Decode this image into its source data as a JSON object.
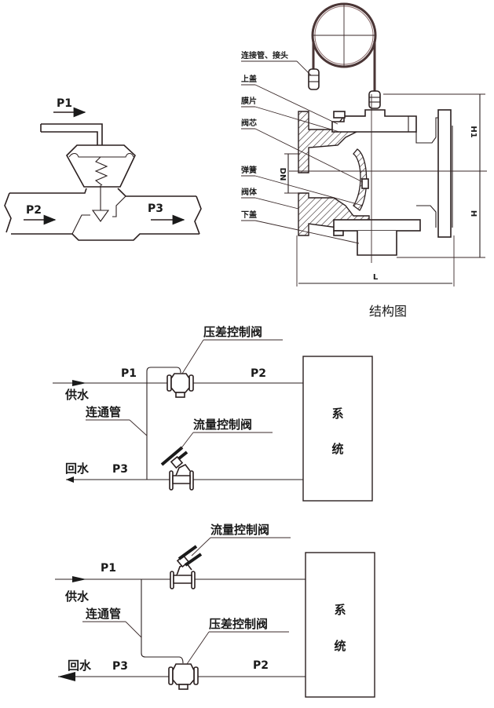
{
  "principle_diagram": {
    "labels": {
      "p1": "P1",
      "p2": "P2",
      "p3": "P3"
    }
  },
  "structure_diagram": {
    "caption": "结构图",
    "part_labels": [
      "连接管、接头",
      "上盖",
      "膜片",
      "阀芯",
      "弹簧",
      "阀体",
      "下盖"
    ],
    "dimension_labels": {
      "dn": "DN",
      "h1": "H1",
      "h": "H",
      "l": "L"
    }
  },
  "install_diagram_1": {
    "supply": "供水",
    "return": "回水",
    "bypass": "连通管",
    "valve_top": "压差控制阀",
    "valve_bottom": "流量控制阀",
    "p1": "P1",
    "p2": "P2",
    "p3": "P3",
    "system_chars": [
      "系",
      "统"
    ]
  },
  "install_diagram_2": {
    "supply": "供水",
    "return": "回水",
    "bypass": "连通管",
    "valve_top": "流量控制阀",
    "valve_bottom": "压差控制阀",
    "p1": "P1",
    "p2": "P2",
    "p3": "P3",
    "system_chars": [
      "系",
      "统"
    ]
  }
}
